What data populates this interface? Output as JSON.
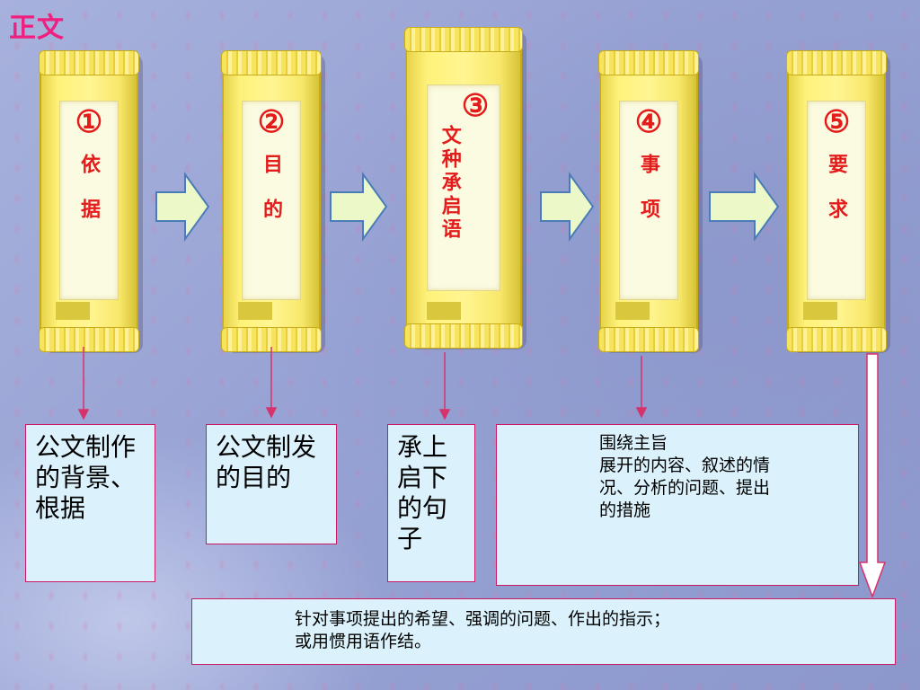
{
  "title": "正文",
  "steps": [
    {
      "number": "①",
      "label": "依据"
    },
    {
      "number": "②",
      "label": "目的"
    },
    {
      "number": "③",
      "label": "文种承启语"
    },
    {
      "number": "④",
      "label": "事项"
    },
    {
      "number": "⑤",
      "label": "要求"
    }
  ],
  "boxes": [
    {
      "text": "公文制作的背景、根据"
    },
    {
      "text": "公文制发的目的"
    },
    {
      "text": "承上启下的句子"
    },
    {
      "lines": [
        "围绕主旨",
        "展开的内容、叙述的情",
        "况、分析的问题、提出",
        "的措施"
      ]
    },
    {
      "lines": [
        "针对事项提出的希望、强调的问题、作出的指示；",
        "或用惯用语作结。"
      ]
    }
  ],
  "colors": {
    "title": "#ee1f7f",
    "step_text": "#e41b1b",
    "scroll": "#fff27a",
    "box_fill": "#dbf2fc",
    "box_border": "#cc1a62",
    "connector": "#d6336c",
    "arrow_fill": "#ecf8c8",
    "arrow_border": "#4a7db8"
  }
}
